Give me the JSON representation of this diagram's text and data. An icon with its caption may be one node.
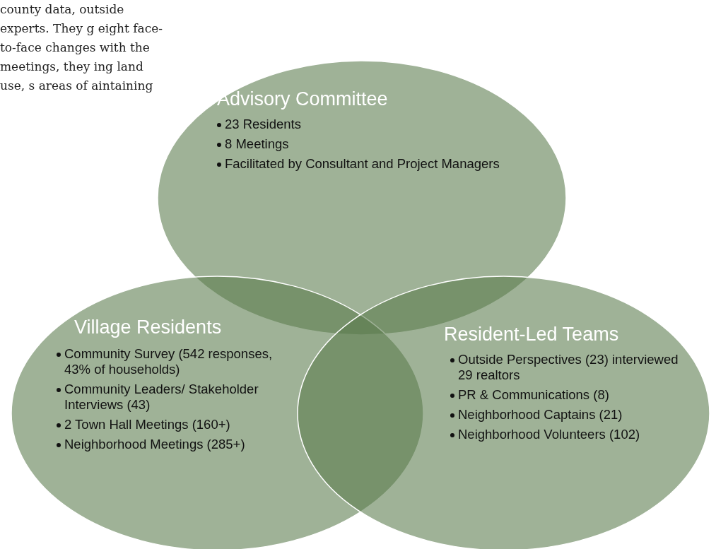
{
  "diagram": {
    "nodes": [
      {
        "text": [
          "Advisory Committee",
          "23 Residents",
          "8 Meetings",
          "Facilitated by Consultant and Project Managers"
        ]
      },
      {
        "text": [
          "Village Residents",
          "Community Survey (542 responses, 43% of households)",
          "Community Leaders/ Stakeholder Interviews (43)",
          "2 Town Hall Meetings (160+)",
          "Neighborhood Meetings (285+)"
        ]
      },
      {
        "text": [
          "Resident-Led Teams",
          "Outside Perspectives (23) interviewed 29 realtors",
          "PR & Communications (8)",
          "Neighborhood Captains (21)",
          "Neighborhood Volunteers (102)"
        ]
      }
    ],
    "labels": [
      "county data, outside experts.  They g eight face-to-face changes with the meetings, they ing land use, s areas of aintaining"
    ]
  }
}
